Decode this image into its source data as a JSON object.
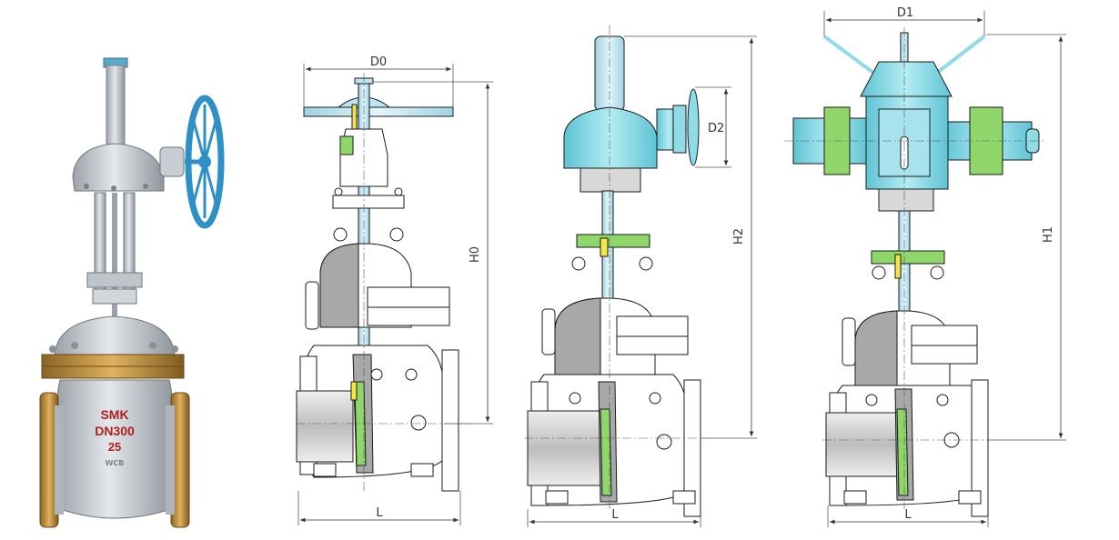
{
  "photo": {
    "stamp_brand": "SMK",
    "stamp_size": "DN300",
    "stamp_pressure": "25",
    "stamp_mark": "WCB"
  },
  "drawings": [
    {
      "id": "handwheel",
      "dims": {
        "top": "D0",
        "height": "H0",
        "bottom": "L"
      }
    },
    {
      "id": "bevel-gear",
      "dims": {
        "side": "D2",
        "height": "H2",
        "bottom": "L"
      }
    },
    {
      "id": "electric-actuator",
      "dims": {
        "top": "D1",
        "height": "H1",
        "bottom": "L"
      }
    }
  ],
  "colors": {
    "body_fill": "#ffffff",
    "outline": "#1a1a1a",
    "section_gray": "#a8a8a8",
    "stem_blue": "#bde6f2",
    "actuator_cyan": "#8fdbe6",
    "seat_green": "#8fd66b",
    "yellow_part": "#f2e64a",
    "photo_gray": "#cfd4d8",
    "photo_blue": "#2f8fc7",
    "photo_bronze": "#b98b3a"
  }
}
